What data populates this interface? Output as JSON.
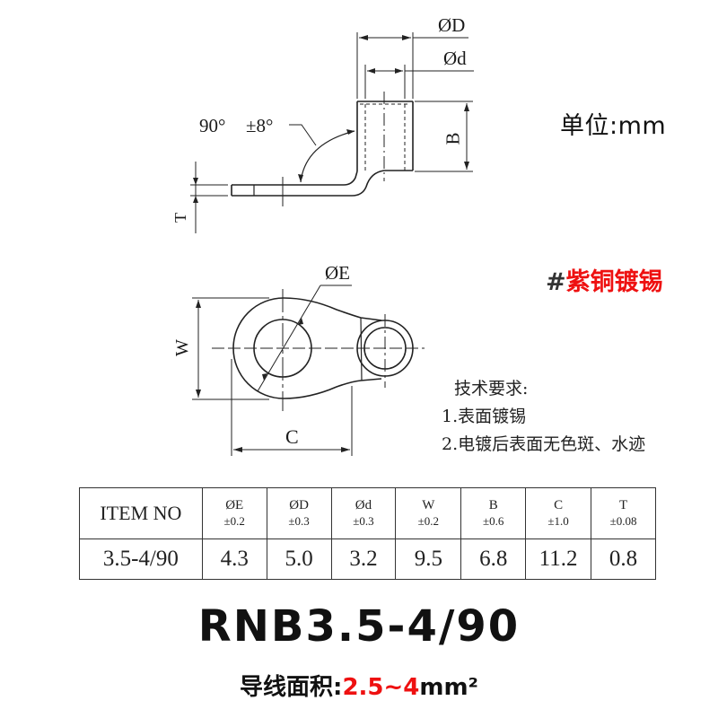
{
  "side_view": {
    "labels": {
      "outer_diameter": "ØD",
      "inner_diameter": "Ød",
      "angle": "90°",
      "angle_tolerance": "±8°",
      "barrel_height": "B",
      "thickness": "T"
    }
  },
  "top_view": {
    "labels": {
      "hole_diameter": "ØE",
      "width": "W",
      "length": "C"
    }
  },
  "unit": "单位:mm",
  "material": {
    "hash": "#",
    "name": "紫铜镀锡"
  },
  "requirements": {
    "title": "技术要求:",
    "items": [
      "1.表面镀锡",
      "2.电镀后表面无色斑、水迹"
    ]
  },
  "spec_table": {
    "columns": [
      {
        "symbol": "ITEM NO",
        "tolerance": ""
      },
      {
        "symbol": "ØE",
        "tolerance": "±0.2"
      },
      {
        "symbol": "ØD",
        "tolerance": "±0.3"
      },
      {
        "symbol": "Ød",
        "tolerance": "±0.3"
      },
      {
        "symbol": "W",
        "tolerance": "±0.2"
      },
      {
        "symbol": "B",
        "tolerance": "±0.6"
      },
      {
        "symbol": "C",
        "tolerance": "±1.0"
      },
      {
        "symbol": "T",
        "tolerance": "±0.08"
      }
    ],
    "rows": [
      [
        "3.5-4/90",
        "4.3",
        "5.0",
        "3.2",
        "9.5",
        "6.8",
        "11.2",
        "0.8"
      ]
    ]
  },
  "model": "RNB3.5-4/90",
  "wire_area": {
    "label": "导线面积:",
    "range": "2.5~4",
    "unit": "mm²"
  },
  "colors": {
    "accent_red": "#ee1111",
    "line": "#222222"
  }
}
